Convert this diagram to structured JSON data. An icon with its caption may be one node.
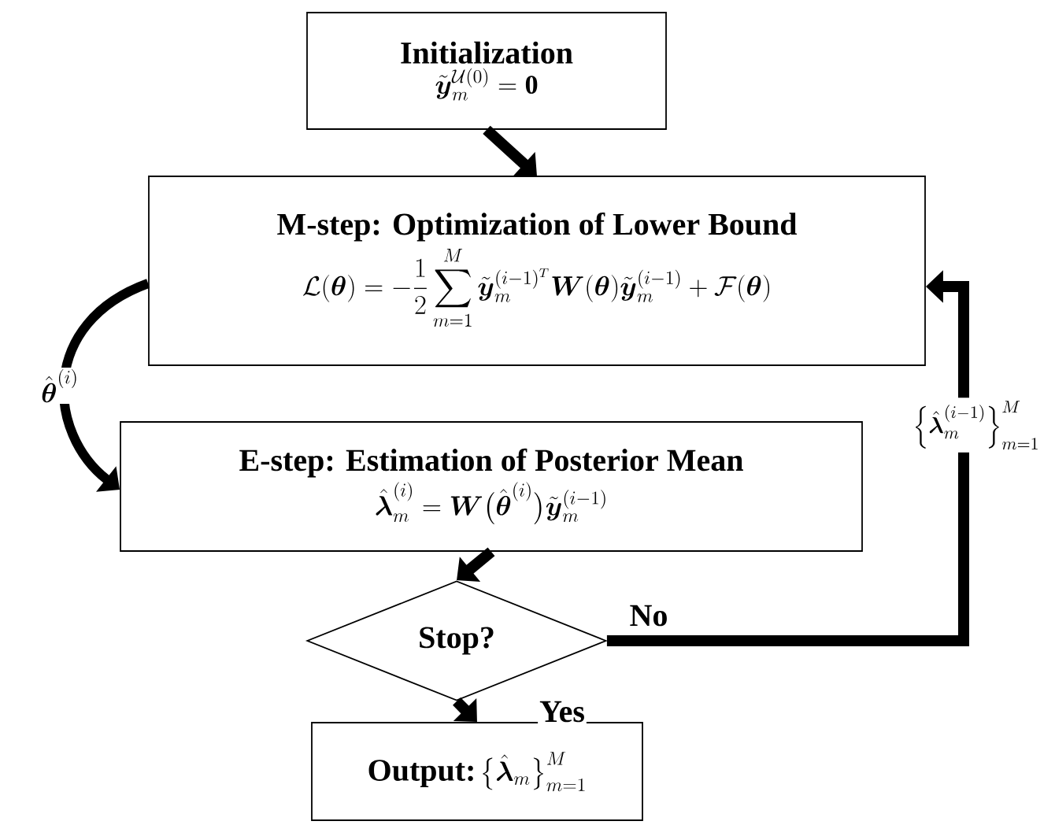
{
  "diagram": {
    "nodes": [
      {
        "text": [
          "Initialization",
          "\\tilde{\\boldsymbol{y}}_m^{\\mathcal{U}(0)} = \\mathbf{0}"
        ]
      },
      {
        "text": [
          "M-step: Optimization of Lower Bound",
          "\\mathcal{L}(\\boldsymbol{\\theta}) = -\\frac{1}{2}\\sum_{m=1}^{M} \\tilde{\\boldsymbol{y}}_m^{(i-1)^{T}} \\boldsymbol{W}(\\boldsymbol{\\theta}) \\tilde{\\boldsymbol{y}}_m^{(i-1)} + \\mathcal{F}(\\boldsymbol{\\theta})"
        ]
      },
      {
        "text": [
          "E-step: Estimation of Posterior Mean",
          "\\hat{\\boldsymbol{\\lambda}}_m^{(i)} = \\boldsymbol{W}\\big(\\hat{\\boldsymbol{\\theta}}^{(i)}\\big)\\tilde{\\boldsymbol{y}}_m^{(i-1)}"
        ]
      },
      {
        "text": [
          "Stop?"
        ]
      },
      {
        "text": [
          "Output:",
          "\\big\\{\\hat{\\boldsymbol{\\lambda}}_m\\big\\}_{m=1}^{M}"
        ]
      }
    ],
    "edges": [
      {
        "from": 0,
        "to": 1,
        "arrow": "to"
      },
      {
        "from": 1,
        "to": 2,
        "arrow": "to",
        "label": "\\hat{\\boldsymbol{\\theta}}^{(i)}"
      },
      {
        "from": 2,
        "to": 3,
        "arrow": "to"
      },
      {
        "from": 3,
        "to": 1,
        "arrow": "to",
        "label": "No"
      },
      {
        "from": 3,
        "to": 4,
        "arrow": "to",
        "label": "Yes"
      }
    ],
    "labels": [
      "\\Big\\{\\hat{\\boldsymbol{\\lambda}}_m^{(i-1)}\\Big\\}_{m=1}^{M}"
    ]
  }
}
